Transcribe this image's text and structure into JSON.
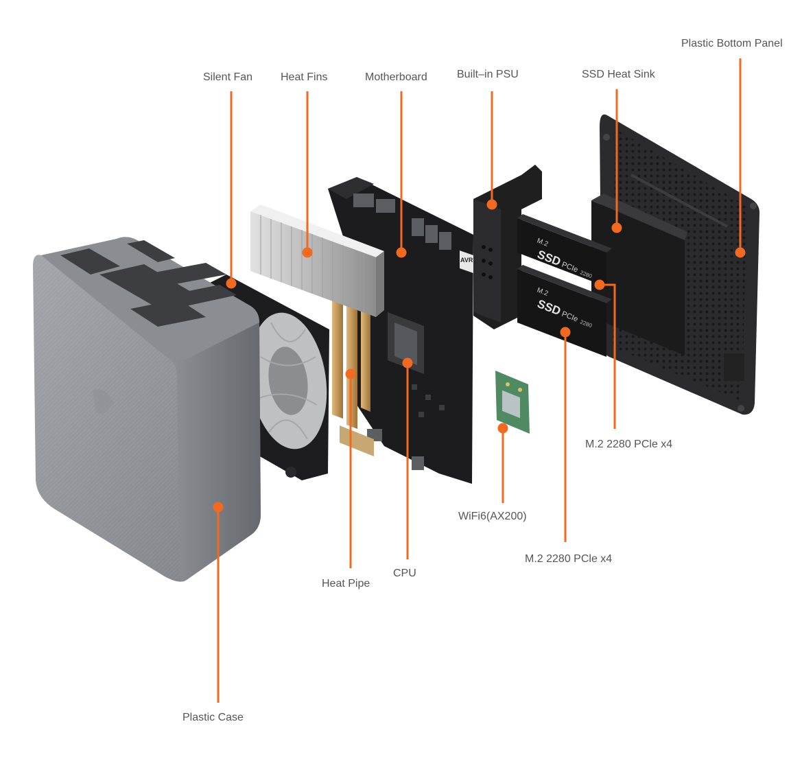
{
  "colors": {
    "accent": "#f26a21",
    "label_text": "#555555",
    "case_body": "#9a9ea3",
    "case_dark": "#6f7378",
    "black_part": "#1c1c1e",
    "copper": "#c89a5a",
    "fins": "#c8c8c8",
    "wifi_card": "#4f8a63",
    "panel": "#2b2b2d"
  },
  "labels": {
    "plastic_bottom_panel": "Plastic Bottom Panel",
    "silent_fan": "Silent Fan",
    "heat_fins": "Heat Fins",
    "motherboard": "Motherboard",
    "builtin_psu": "Built–in PSU",
    "ssd_heat_sink": "SSD Heat Sink",
    "m2_upper": "M.2 2280 PCle x4",
    "m2_lower": "M.2 2280 PCle x4",
    "wifi": "WiFi6(AX200)",
    "cpu": "CPU",
    "heat_pipe": "Heat Pipe",
    "plastic_case": "Plastic Case"
  },
  "ssd_print": {
    "top": "M.2",
    "brand": "SSD",
    "bus": "PCIe",
    "size": "2280"
  },
  "board_print": "AVR"
}
